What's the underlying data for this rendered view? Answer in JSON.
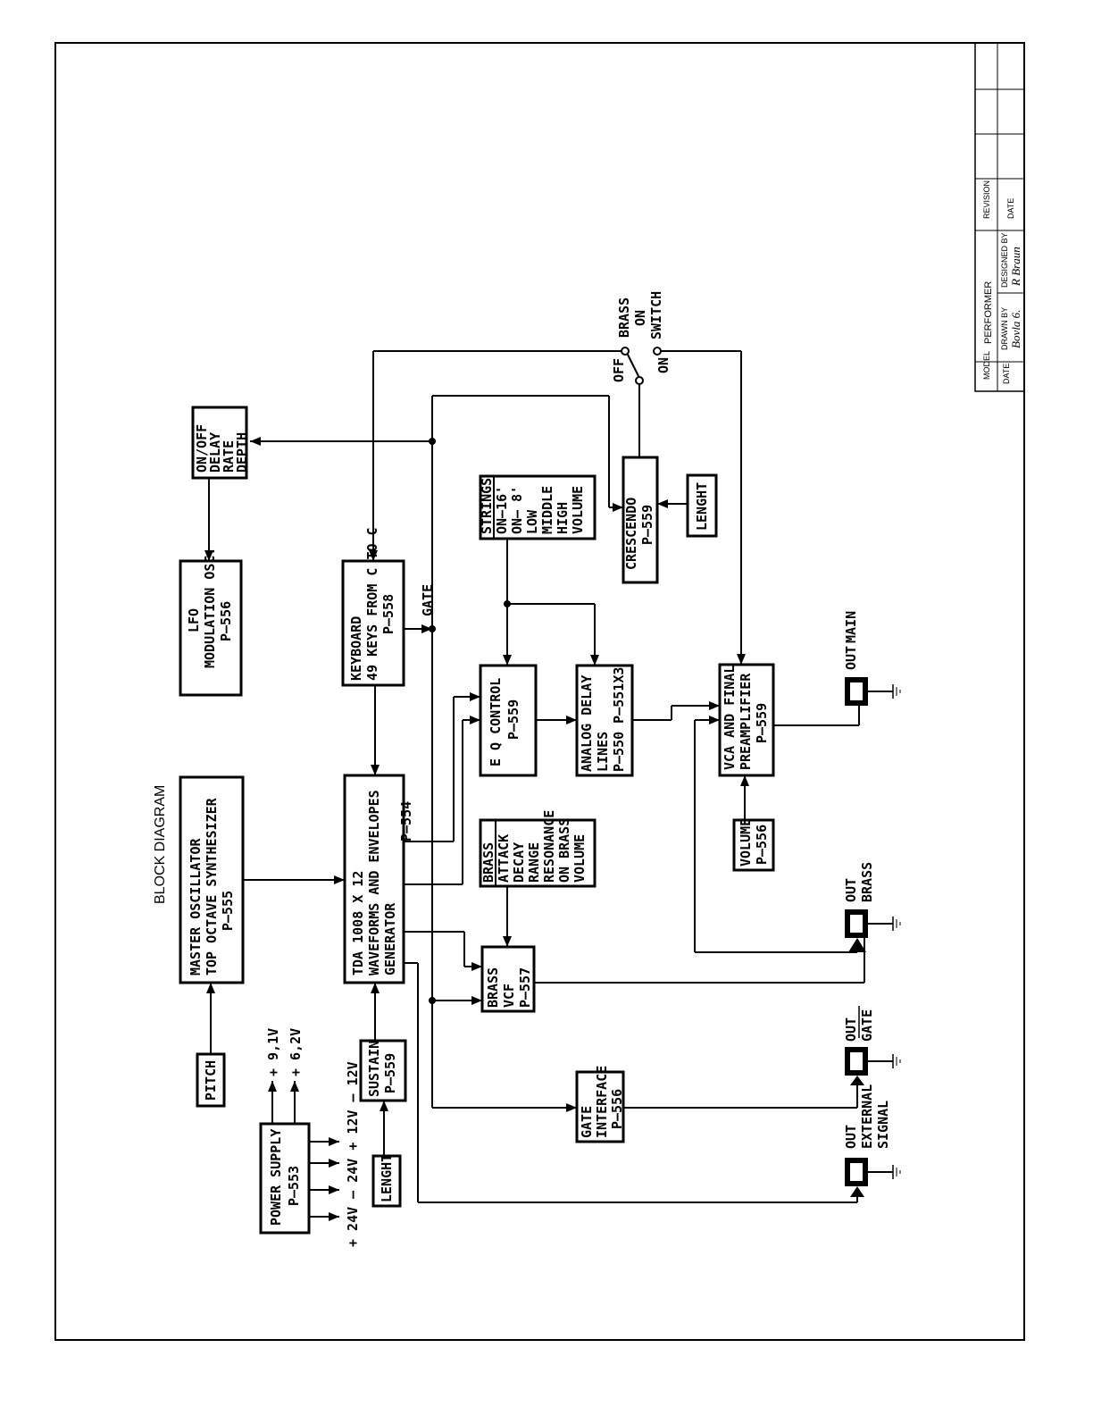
{
  "title": "BLOCK DIAGRAM",
  "blocks": {
    "master_osc": [
      "MASTER OSCILLATOR",
      "TOP OCTAVE SYNTHESIZER",
      "P—555"
    ],
    "pitch": [
      "PITCH"
    ],
    "power_supply": [
      "POWER SUPPLY",
      "P—553"
    ],
    "tda": [
      "TDA 1008 X 12",
      "WAVEFORMS AND ENVELOPES",
      "GENERATOR",
      "P—554"
    ],
    "sustain": [
      "SUSTAIN",
      "P—559"
    ],
    "length_sustain": [
      "LENGHT"
    ],
    "keyboard": [
      "KEYBOARD",
      "49 KEYS FROM C TO C",
      "P—558"
    ],
    "lfo": [
      "LFO",
      "MODULATION OSC.",
      "P—556"
    ],
    "lfo_ctrl": [
      "ON/OFF",
      "DELAY",
      "RATE",
      "DEPTH"
    ],
    "eq": [
      "E Q  CONTROL",
      "P—559"
    ],
    "strings": [
      "STRINGS",
      "ON—16'",
      "ON— 8'",
      "LOW",
      "MIDDLE",
      "HIGH",
      "VOLUME"
    ],
    "brass_ctrl": [
      "BRASS",
      "ATTACK",
      "DECAY",
      "RANGE",
      "RESONANCE",
      "ON BRASS",
      "VOLUME"
    ],
    "brass_vcf": [
      "BRASS",
      "VCF",
      "P—557"
    ],
    "analog_delay": [
      "ANALOG DELAY",
      "LINES",
      "P—550  P—551X3"
    ],
    "crescendo": [
      "CRESCENDO",
      "P—559"
    ],
    "length_cresc": [
      "LENGHT"
    ],
    "vca": [
      "VCA AND FINAL",
      "PREAMPLIFIER",
      "P—559"
    ],
    "volume": [
      "VOLUME",
      "P—556"
    ],
    "gate_interface": [
      "GATE",
      "INTERFACE",
      "P—556"
    ]
  },
  "voltages": {
    "v91": "+ 9,1V",
    "v62": "+ 6,2V",
    "row": "+ 24V — 24V + 12V — 12V"
  },
  "labels": {
    "gate": "GATE",
    "brass_switch": [
      "BRASS",
      "ON",
      "SWITCH"
    ],
    "off": "OFF",
    "on": "ON"
  },
  "outputs": {
    "main": [
      "OUT",
      "MAIN"
    ],
    "brass": [
      "OUT",
      "BRASS"
    ],
    "gate": [
      "OUT",
      "GATE"
    ],
    "external": [
      "OUT",
      "EXTERNAL",
      "SIGNAL"
    ]
  },
  "title_block": {
    "model_label": "MODEL",
    "model_value": "PERFORMER",
    "revision_label": "REVISION",
    "date_label": "DATE",
    "drawn_by_label": "DRAWN BY",
    "designed_by_label": "DESIGNED BY",
    "date_label_2": "DATE"
  },
  "colors": {
    "ink": "#000000",
    "paper": "#ffffff"
  }
}
